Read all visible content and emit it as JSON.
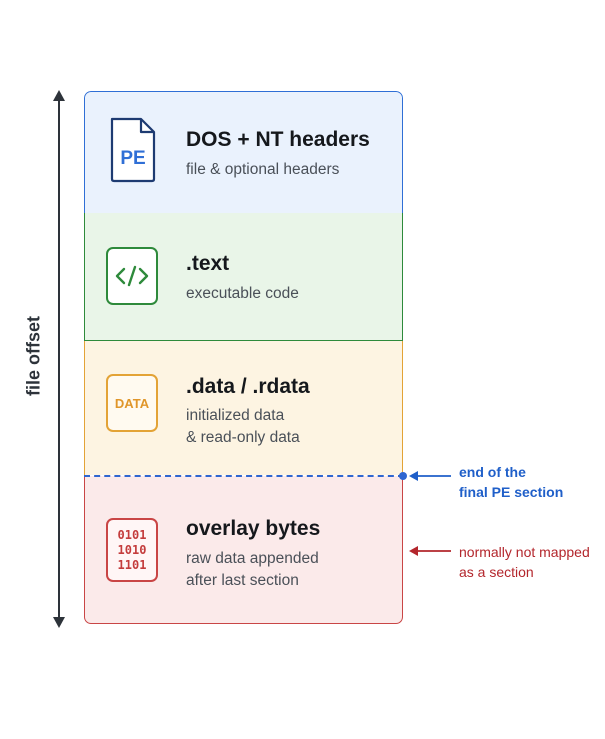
{
  "axis": {
    "label": "file offset"
  },
  "segments": [
    {
      "title": "DOS + NT headers",
      "subtitle": "file & optional headers",
      "icon": "pe-file-icon",
      "icon_text": "PE",
      "color": "#2f6fd6",
      "fill": "#eaf2fd"
    },
    {
      "title": ".text",
      "subtitle": "executable code",
      "icon": "code-icon",
      "icon_text": "</>",
      "color": "#2e8a3b",
      "fill": "#e9f5e8"
    },
    {
      "title": ".data / .rdata",
      "subtitle_lines": [
        "initialized data",
        "& read-only data"
      ],
      "icon": "data-icon",
      "icon_text": "DATA",
      "color": "#e3a336",
      "fill": "#fdf4e2"
    },
    {
      "title": "overlay bytes",
      "subtitle_lines": [
        "raw data appended",
        "after last section"
      ],
      "icon": "binary-icon",
      "icon_lines": [
        "0101",
        "1010",
        "1101"
      ],
      "color": "#c94545",
      "fill": "#fbeaea"
    }
  ],
  "annotations": {
    "section_end": {
      "lines": [
        "end of the",
        "final PE section"
      ],
      "color": "#1f5fc9"
    },
    "overlay_note": {
      "lines": [
        "normally not mapped",
        "as a section"
      ],
      "color": "#b3262c"
    }
  }
}
